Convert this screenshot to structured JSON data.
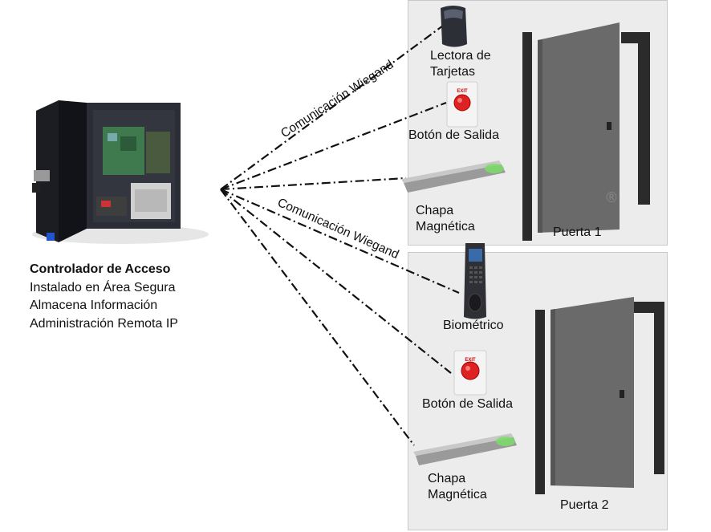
{
  "controller": {
    "title": "Controlador de Acceso",
    "line1": "Instalado en Área Segura",
    "line2": "Almacena Información",
    "line3": "Administración Remota IP"
  },
  "link_labels": {
    "top": "Comunicación Wiegand",
    "middle": "Comunicación Wiegand"
  },
  "door1": {
    "reader": "Lectora de\nTarjetas",
    "exit_button": "Botón de Salida",
    "lock": "Chapa\nMagnética",
    "door": "Puerta 1"
  },
  "door2": {
    "biometric": "Biométrico",
    "exit_button": "Botón de Salida",
    "lock": "Chapa\nMagnética",
    "door": "Puerta 2"
  },
  "device_marks": {
    "exit_sign": "EXIT",
    "registered": "®"
  }
}
